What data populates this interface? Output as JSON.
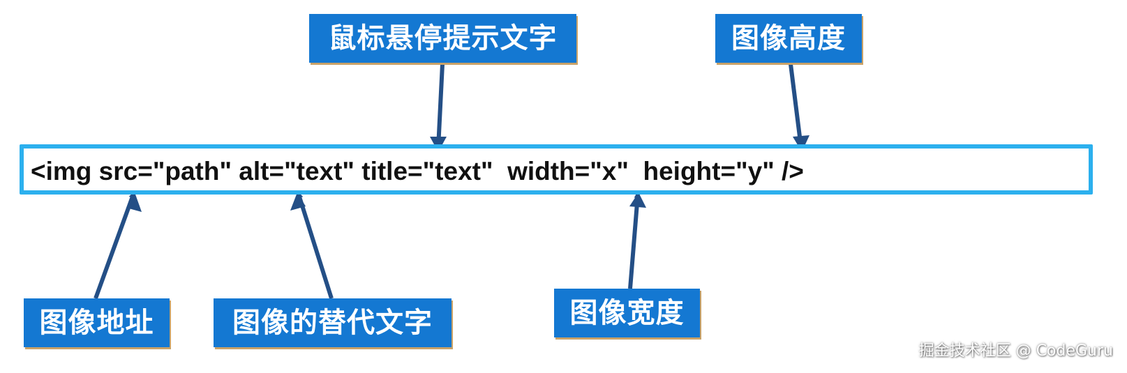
{
  "code": {
    "text": "<img src=\"path\" alt=\"text\" title=\"text\"  width=\"x\"  height=\"y\" />"
  },
  "labels": {
    "title": "鼠标悬停提示文字",
    "height": "图像高度",
    "src": "图像地址",
    "alt": "图像的替代文字",
    "width": "图像宽度"
  },
  "watermark": "掘金技术社区 @ CodeGuru",
  "colors": {
    "label_bg": "#1478d2",
    "label_text": "#ffffff",
    "code_border": "#2cb0ee",
    "arrow": "#244f86"
  }
}
